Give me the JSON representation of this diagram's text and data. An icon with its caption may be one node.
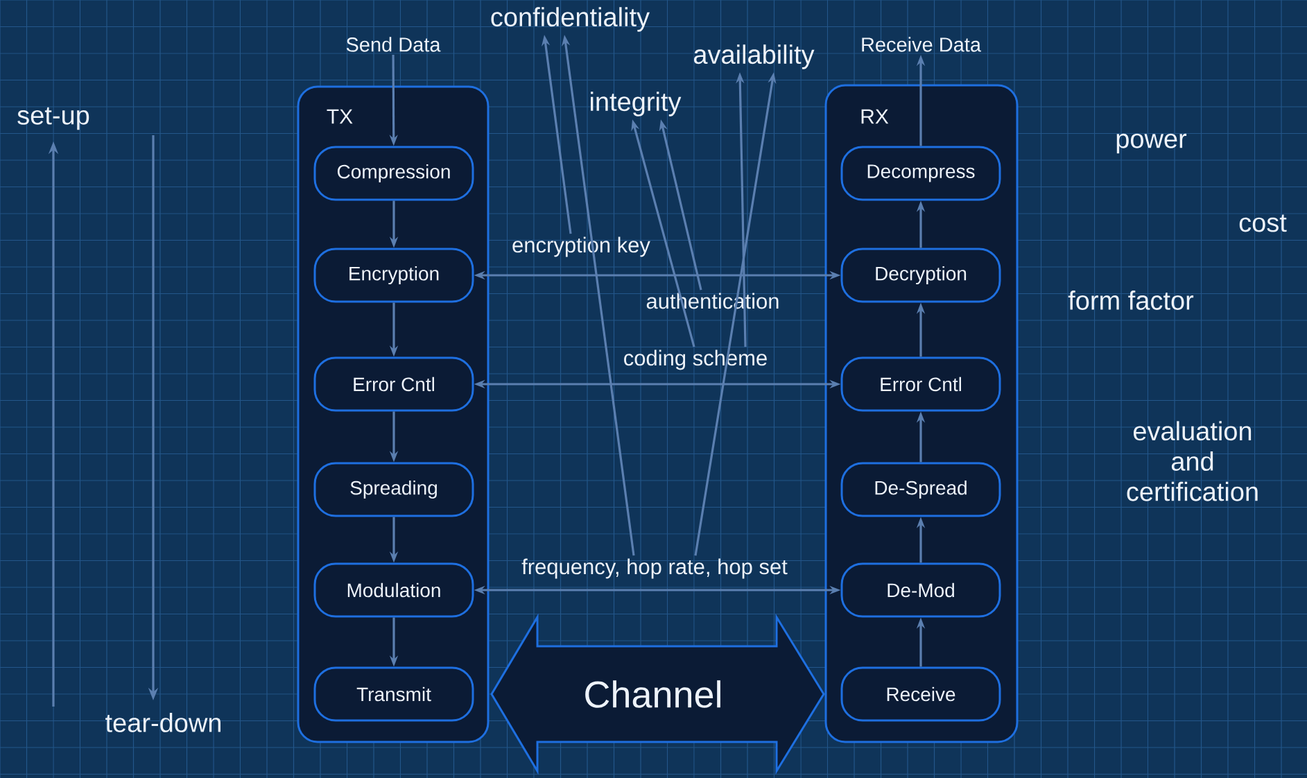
{
  "diagram": {
    "nodes": [
      {
        "text": [
          "TX"
        ]
      },
      {
        "text": [
          "Compression"
        ],
        "in": 0
      },
      {
        "text": [
          "Encryption"
        ],
        "in": 0
      },
      {
        "text": [
          "Error Cntl"
        ],
        "in": 0
      },
      {
        "text": [
          "Spreading"
        ],
        "in": 0
      },
      {
        "text": [
          "Modulation"
        ],
        "in": 0
      },
      {
        "text": [
          "Transmit"
        ],
        "in": 0
      },
      {
        "text": [
          "RX"
        ]
      },
      {
        "text": [
          "Decompress"
        ],
        "in": 7
      },
      {
        "text": [
          "Decryption"
        ],
        "in": 7
      },
      {
        "text": [
          "Error Cntl"
        ],
        "in": 7
      },
      {
        "text": [
          "De-Spread"
        ],
        "in": 7
      },
      {
        "text": [
          "De-Mod"
        ],
        "in": 7
      },
      {
        "text": [
          "Receive"
        ],
        "in": 7
      },
      {
        "text": [
          "Channel"
        ]
      },
      {
        "text": [
          "Send Data"
        ]
      },
      {
        "text": [
          "Receive Data"
        ]
      },
      {
        "text": [
          "encryption key"
        ]
      },
      {
        "text": [
          "authentication"
        ]
      },
      {
        "text": [
          "coding scheme"
        ]
      },
      {
        "text": [
          "frequency, hop rate, hop set"
        ]
      },
      {
        "text": [
          "confidentiality"
        ]
      },
      {
        "text": [
          "integrity"
        ]
      },
      {
        "text": [
          "availability"
        ]
      }
    ],
    "edges": [
      {
        "from": 15,
        "to": 1,
        "arrow": "to"
      },
      {
        "from": 1,
        "to": 2,
        "arrow": "to"
      },
      {
        "from": 2,
        "to": 3,
        "arrow": "to"
      },
      {
        "from": 3,
        "to": 4,
        "arrow": "to"
      },
      {
        "from": 4,
        "to": 5,
        "arrow": "to"
      },
      {
        "from": 5,
        "to": 6,
        "arrow": "to"
      },
      {
        "from": 13,
        "to": 12,
        "arrow": "to"
      },
      {
        "from": 12,
        "to": 11,
        "arrow": "to"
      },
      {
        "from": 11,
        "to": 10,
        "arrow": "to"
      },
      {
        "from": 10,
        "to": 9,
        "arrow": "to"
      },
      {
        "from": 9,
        "to": 8,
        "arrow": "to"
      },
      {
        "from": 8,
        "to": 16,
        "arrow": "to"
      },
      {
        "from": 2,
        "to": 9,
        "arrow": "both"
      },
      {
        "from": 3,
        "to": 10,
        "arrow": "both"
      },
      {
        "from": 5,
        "to": 12,
        "arrow": "both"
      },
      {
        "from": 17,
        "to": 21,
        "arrow": "to"
      },
      {
        "from": 20,
        "to": 21,
        "arrow": "to"
      },
      {
        "from": 18,
        "to": 22,
        "arrow": "to"
      },
      {
        "from": 19,
        "to": 22,
        "arrow": "to"
      },
      {
        "from": 19,
        "to": 23,
        "arrow": "to"
      },
      {
        "from": 20,
        "to": 23,
        "arrow": "to"
      }
    ],
    "labels": [
      "set-up",
      "tear-down",
      "power",
      "cost",
      "form factor",
      "evaluation and certification"
    ]
  }
}
